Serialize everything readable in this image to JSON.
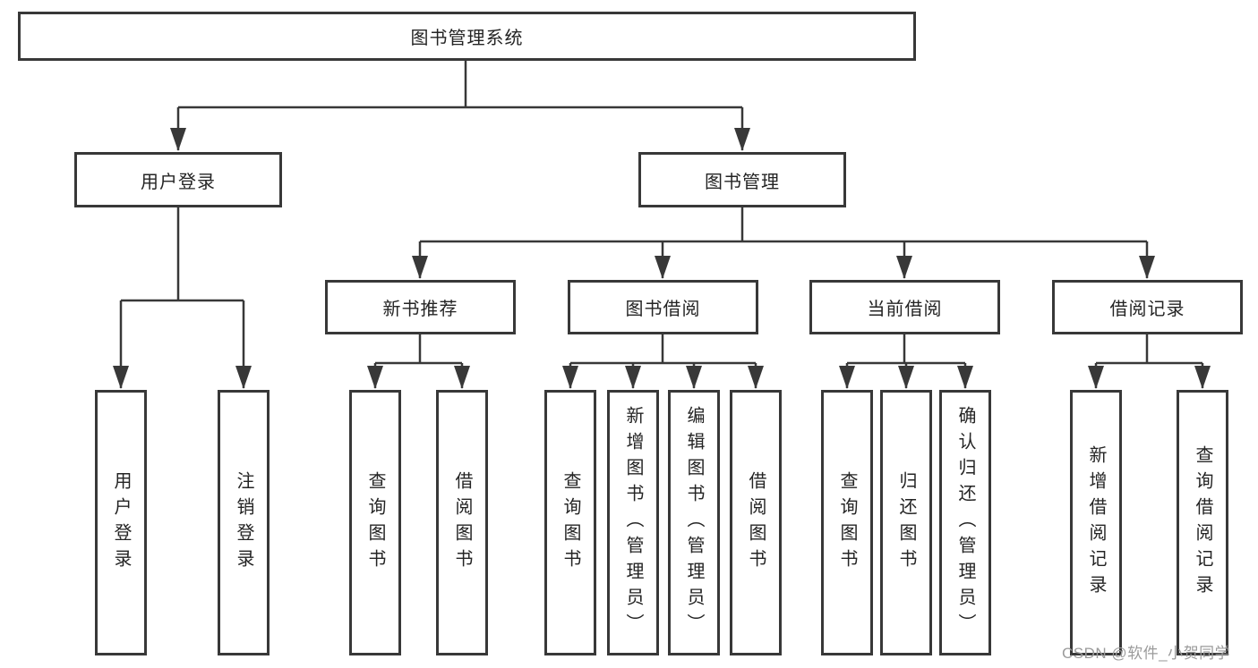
{
  "diagram": {
    "root": {
      "label": "图书管理系统"
    },
    "level2": [
      {
        "label": "用户登录"
      },
      {
        "label": "图书管理"
      }
    ],
    "level3": [
      {
        "label": "新书推荐"
      },
      {
        "label": "图书借阅"
      },
      {
        "label": "当前借阅"
      },
      {
        "label": "借阅记录"
      }
    ],
    "leaves": {
      "user_login": [
        {
          "label": "用户登录"
        },
        {
          "label": "注销登录"
        }
      ],
      "new_book": [
        {
          "label": "查询图书"
        },
        {
          "label": "借阅图书"
        }
      ],
      "book_borrow": [
        {
          "label": "查询图书"
        },
        {
          "label": "新增图书（管理员）"
        },
        {
          "label": "编辑图书（管理员）"
        },
        {
          "label": "借阅图书"
        }
      ],
      "current_borrow": [
        {
          "label": "查询图书"
        },
        {
          "label": "归还图书"
        },
        {
          "label": "确认归还（管理员）"
        }
      ],
      "borrow_record": [
        {
          "label": "新增借阅记录"
        },
        {
          "label": "查询借阅记录"
        }
      ]
    }
  },
  "watermark": {
    "text": "CSDN @软件_小贺同学"
  },
  "colors": {
    "line": "#383838",
    "text": "#242424",
    "watermark": "#9b9b9b",
    "background": "#ffffff"
  }
}
